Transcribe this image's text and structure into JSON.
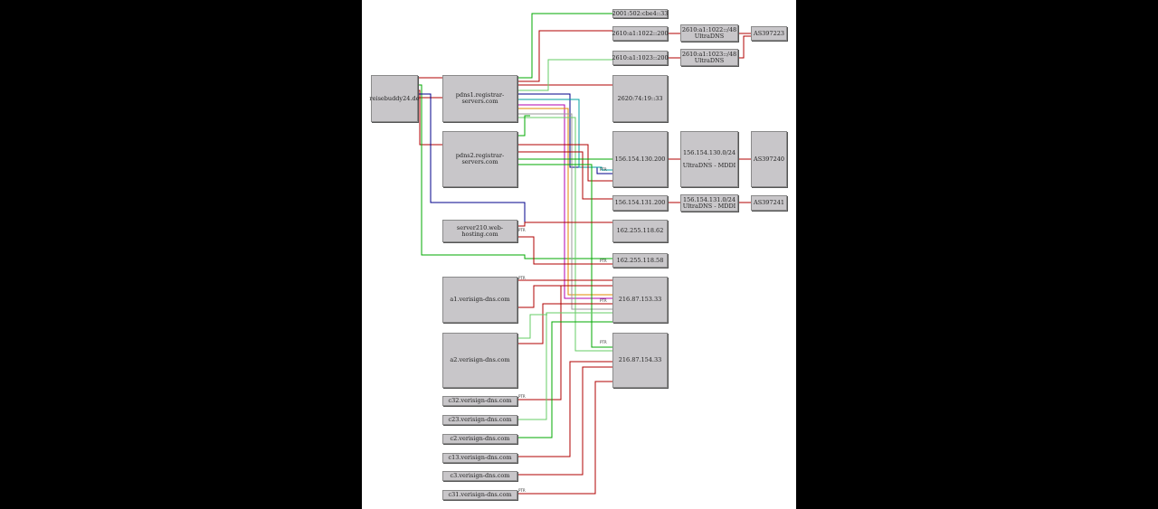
{
  "diagram": {
    "edge_colors": {
      "red": "#b00000",
      "green": "#00aa00",
      "blue": "#00008b",
      "magenta": "#b000b0",
      "orange": "#e08a00",
      "teal": "#00a0a0",
      "gray": "#9a9a9a",
      "lightgreen": "#66cc66"
    },
    "edge_label": "PTR",
    "nodes": {
      "zone": "reisebuddy24.de",
      "ns1": "pdns1.registrar-servers.com",
      "ns2": "pdns2.registrar-servers.com",
      "srv": "server210.web-hosting.com",
      "a1": "a1.verisign-dns.com",
      "a2": "a2.verisign-dns.com",
      "c32": "c32.verisign-dns.com",
      "c23": "c23.verisign-dns.com",
      "c2": "c2.verisign-dns.com",
      "c13": "c13.verisign-dns.com",
      "c3": "c3.verisign-dns.com",
      "c31": "c31.verisign-dns.com",
      "ip6a": "2001:502:cbe4::33",
      "ip6b": "2610:a1:1022::200",
      "ip6c": "2610:a1:1023::200",
      "net6b": "2610:a1:1022::/48\nUltraDNS",
      "net6c": "2610:a1:1023::/48\nUltraDNS",
      "as1": "AS397223",
      "ip6d": "2620:74:19::33",
      "ip4a": "156.154.130.200",
      "net4a": "156.154.130.0/24 -\nUltraDNS - MDDI",
      "as2": "AS397240",
      "ip4b": "156.154.131.200",
      "net4b": "156.154.131.0/24\nUltraDNS - MDDI",
      "as3": "AS397241",
      "ip4c": "162.255.118.62",
      "ip4d": "162.255.118.58",
      "ip4e": "216.87.153.33",
      "ip4f": "216.87.154.33"
    }
  }
}
